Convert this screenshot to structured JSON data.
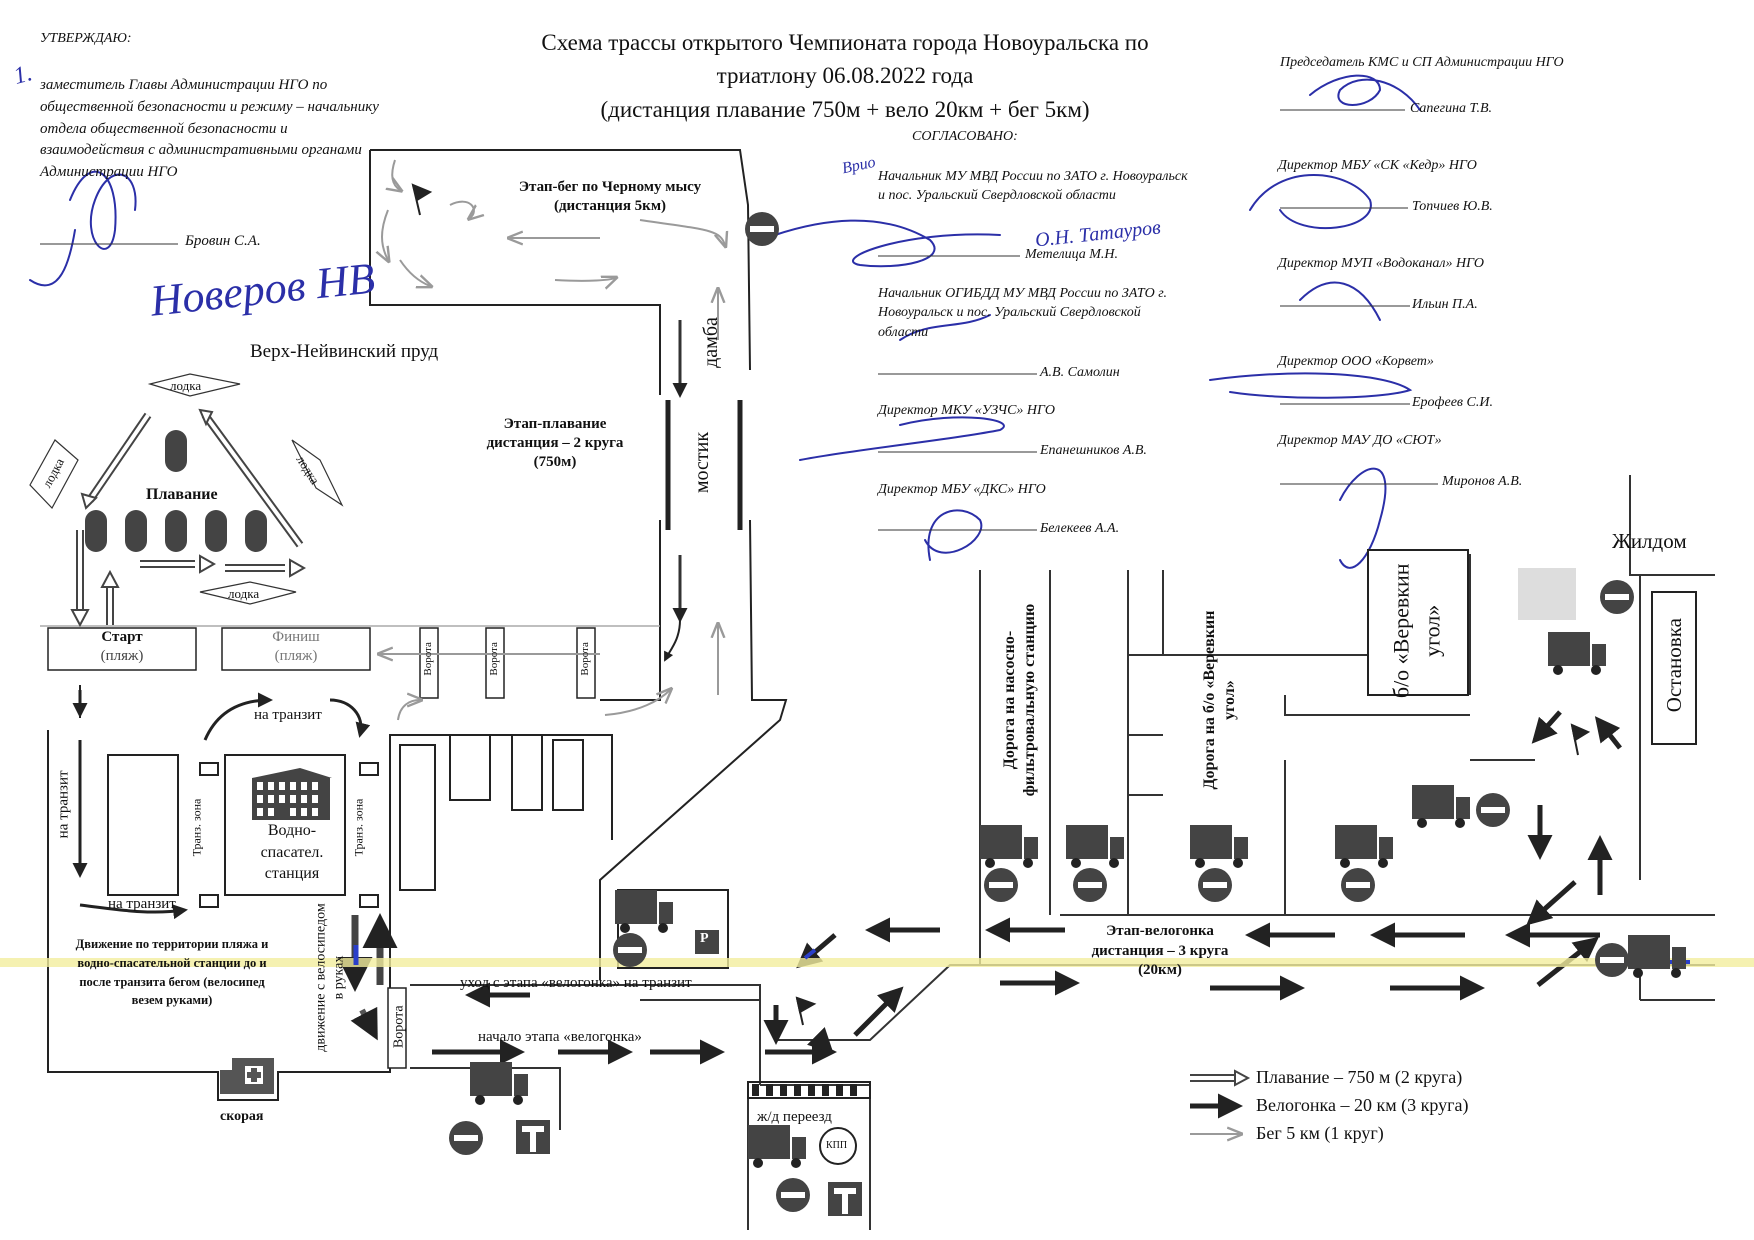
{
  "header": {
    "title": "Схема трассы открытого Чемпионата города Новоуральска по триатлону 06.08.2022 года",
    "subtitle": "(дистанция плавание 750м + вело 20км + бег 5км)"
  },
  "approve": {
    "label": "УТВЕРЖДАЮ:",
    "position": "заместитель Главы Администрации НГО по общественной безопасности и режиму – начальнику отдела общественной безопасности и взаимодействия с административными органами Администрации НГО",
    "name": "Бровин С.А.",
    "handwritten_number": "1.",
    "handwritten_name": "Новеров НВ"
  },
  "agreed": {
    "label": "СОГЛАСОВАНО:",
    "handwritten_note": "Врио",
    "handwritten_name": "О.Н. Татауров",
    "left": [
      {
        "position": "Начальник МУ МВД России по ЗАТО г. Новоуральск и пос. Уральский Свердловской области",
        "name": "Метелица М.Н."
      },
      {
        "position": "Начальник ОГИБДД МУ МВД России по ЗАТО г. Новоуральск и пос. Уральский Свердловской области",
        "name": "А.В. Самолин"
      },
      {
        "position": "Директор МКУ «УЗЧС» НГО",
        "name": "Епанешников А.В."
      },
      {
        "position": "Директор МБУ «ДКС» НГО",
        "name": "Белекеев А.А."
      }
    ],
    "right": [
      {
        "position": "Председатель КМС и СП Администрации НГО",
        "name": "Сапегина Т.В."
      },
      {
        "position": "Директор МБУ «СК «Кедр» НГО",
        "name": "Топчиев Ю.В."
      },
      {
        "position": "Директор МУП «Водоканал» НГО",
        "name": "Ильин П.А."
      },
      {
        "position": "Директор ООО «Корвет»",
        "name": "Ерофеев С.И."
      },
      {
        "position": "Директор МАУ ДО «СЮТ»",
        "name": "Миронов А.В."
      }
    ]
  },
  "map": {
    "pond": "Верх-Нейвинский пруд",
    "run_stage": "Этап-бег по Черному мысу (дистанция 5км)",
    "swim_stage": "Этап-плавание дистанция – 2 круга (750м)",
    "swim_label": "Плавание",
    "boat": "лодка",
    "start": "Старт",
    "start_sub": "(пляж)",
    "finish": "Финиш",
    "finish_sub": "(пляж)",
    "to_transit": "на транзит",
    "to_transit_vertical": "на транзит",
    "transit_zone": "Транз. зона",
    "rescue_station": "Водно-спасател. станция",
    "territory_note": "Движение по территории пляжа и водно-спасательной станции до и после транзита бегом (велосипед везем руками)",
    "with_bike": "движение с велосипедом в руках",
    "gate": "Ворота",
    "dam": "дамба",
    "bridge": "мостик",
    "ambulance": "скорая",
    "exit_bike": "уход с этапа «велогонка» на транзит",
    "start_bike": "начало этапа «велогонка»",
    "rail_crossing": "ж/д переезд",
    "checkpoint": "КПП",
    "road_filter": "Дорога на насосно-фильтровальную станцию",
    "road_base": "Дорога на б/о «Веревкин угол»",
    "base": "б/о «Веревкин угол»",
    "housing": "Жилдом",
    "stop": "Остановка",
    "bike_stage": "Этап-велогонка",
    "bike_stage_dist": "дистанция – 3 круга",
    "bike_stage_km": "(20км)",
    "parking": "P"
  },
  "legend": {
    "swim": "Плавание – 750 м (2 круга)",
    "bike": "Велогонка – 20 км (3 круга)",
    "run": "Бег 5 км (1 круг)"
  }
}
